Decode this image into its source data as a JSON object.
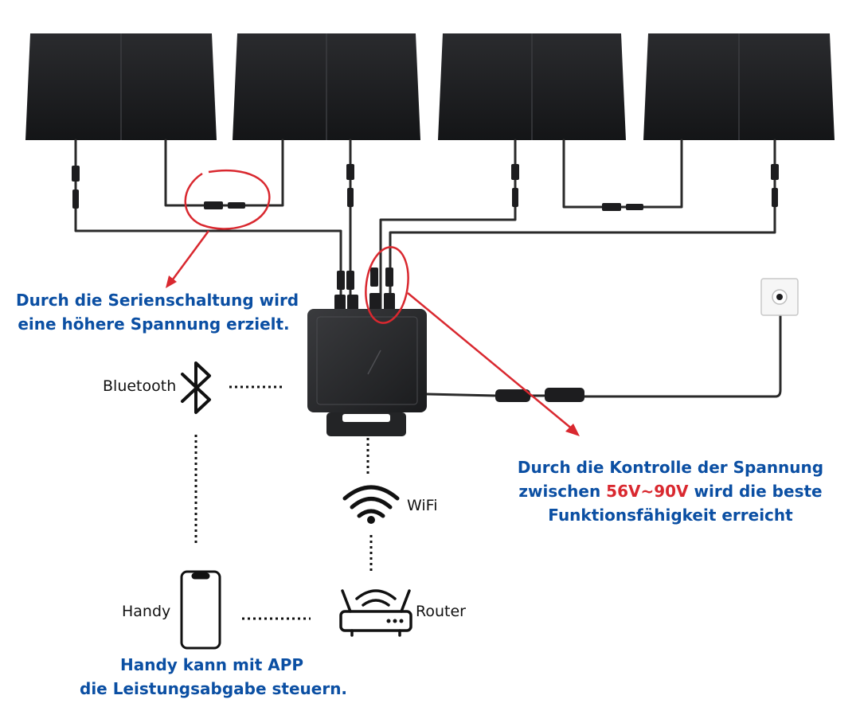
{
  "labels": {
    "bluetooth": "Bluetooth",
    "wifi": "WiFi",
    "router": "Router",
    "handy": "Handy"
  },
  "notes": {
    "series": {
      "line1": "Durch die Serienschaltung wird",
      "line2": "eine höhere Spannung erzielt."
    },
    "voltage": {
      "line1": "Durch die Kontrolle der Spannung",
      "line2_pre": "zwischen ",
      "line2_highlight": "56V~90V",
      "line2_post": " wird die beste",
      "line3": "Funktionsfähigkeit erreicht"
    },
    "app": {
      "line1": "Handy kann mit APP",
      "line2": "die Leistungsabgabe steuern."
    }
  },
  "colors": {
    "annotation_red": "#d9282f",
    "note_blue": "#0b4fa3",
    "panel": "#1c1d1f",
    "cable": "#2a2a2a"
  },
  "icons": [
    "bluetooth-icon",
    "wifi-icon",
    "router-icon",
    "smartphone-icon",
    "wall-socket-icon",
    "microinverter-icon",
    "solar-panel-icon"
  ]
}
